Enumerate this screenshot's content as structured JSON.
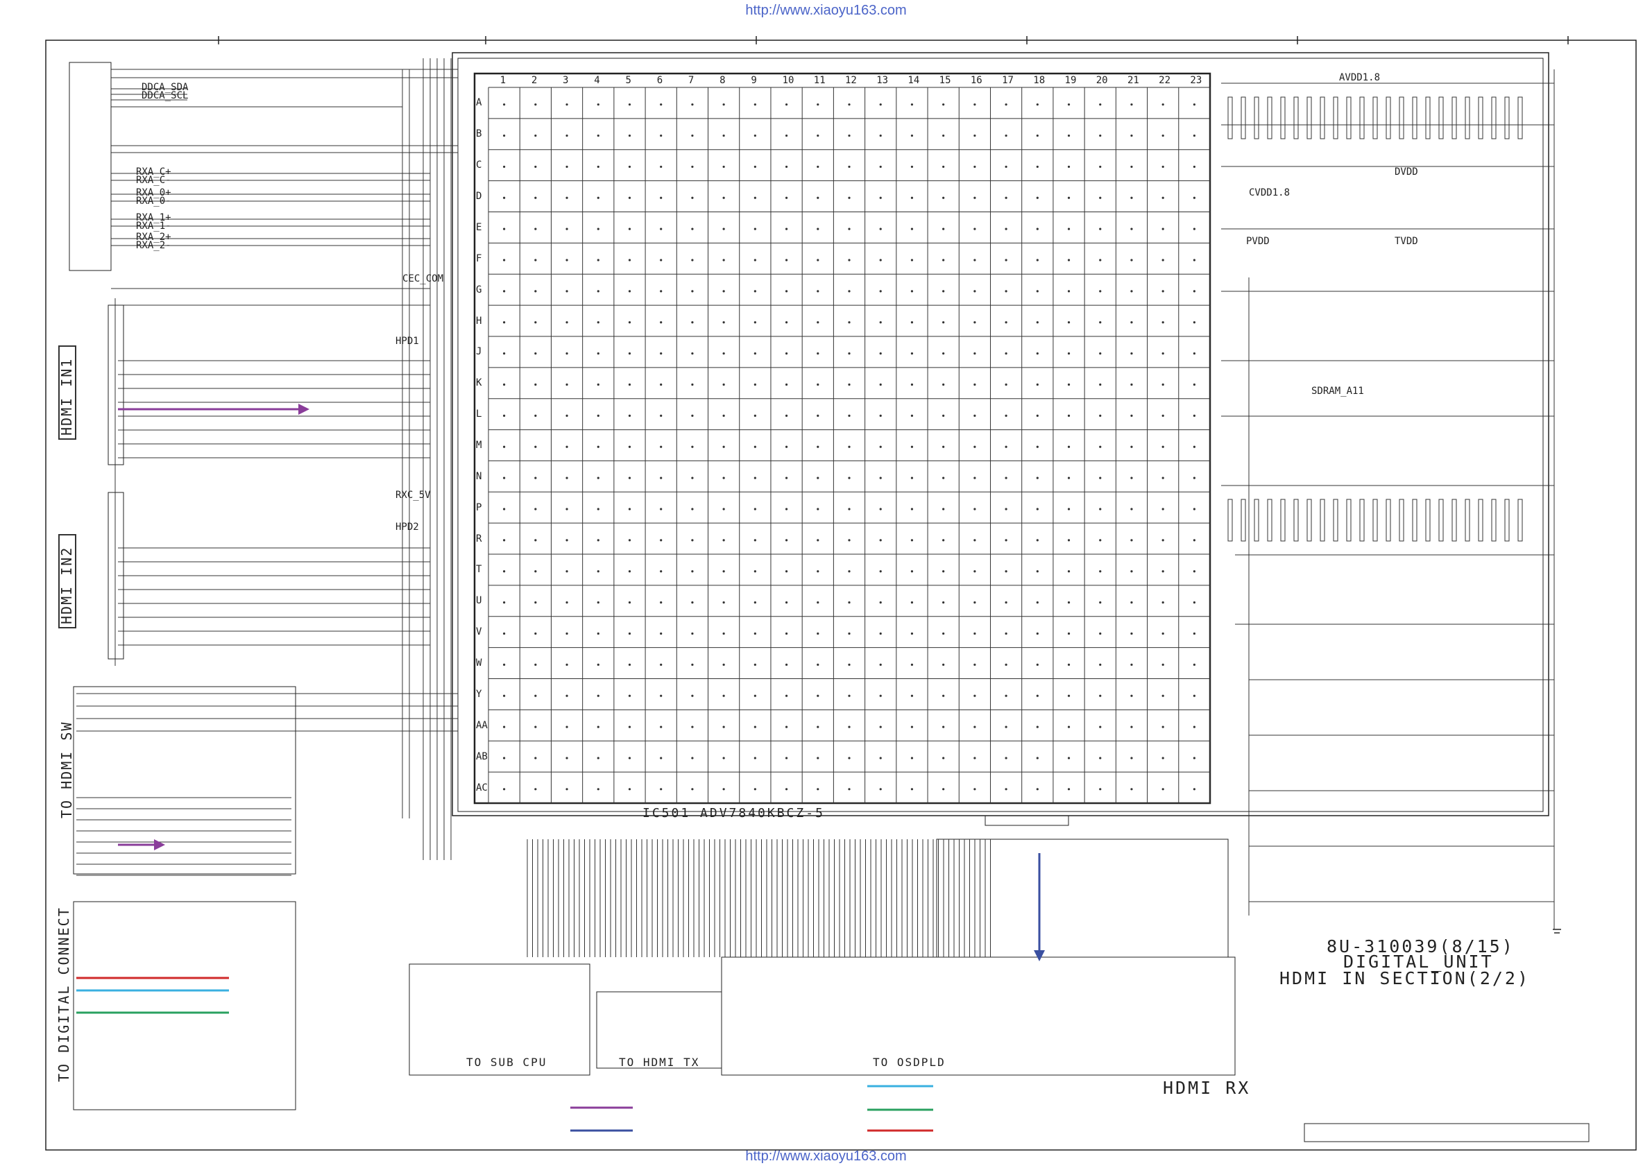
{
  "header_url": "http://www.xiaoyu163.com",
  "footer_url": "http://www.xiaoyu163.com",
  "chip": {
    "label": "IC501 ADV7840KBCZ-5"
  },
  "grid": {
    "columns": [
      "1",
      "2",
      "3",
      "4",
      "5",
      "6",
      "7",
      "8",
      "9",
      "10",
      "11",
      "12",
      "13",
      "14",
      "15",
      "16",
      "17",
      "18",
      "19",
      "20",
      "21",
      "22",
      "23"
    ],
    "rows": [
      "A",
      "B",
      "C",
      "D",
      "E",
      "F",
      "G",
      "H",
      "J",
      "K",
      "L",
      "M",
      "N",
      "P",
      "R",
      "T",
      "U",
      "V",
      "W",
      "Y",
      "AA",
      "AB",
      "AC"
    ]
  },
  "connectors": {
    "hdmi_in1": "HDMI IN1",
    "hdmi_in2": "HDMI IN2",
    "to_hdmi_sw": "TO HDMI SW",
    "to_digital_connect": "TO DIGITAL CONNECT"
  },
  "bottom_labels": {
    "to_sub_cpu": "TO SUB CPU",
    "to_hdmi_tx": "TO HDMI TX",
    "to_osdpld": "TO OSDPLD",
    "hdmi_rx": "HDMI RX"
  },
  "title_block": {
    "line1": "8U-310039(8/15)",
    "line2": "DIGITAL_UNIT",
    "line3": "HDMI IN SECTION(2/2)"
  },
  "legend_colors": [
    "#8a3d9a",
    "#3a4fa0",
    "#3ab0e0",
    "#2aa060",
    "#d02a2a"
  ],
  "sample_nets": [
    "DDCA_SDA",
    "DDCA_SCL",
    "RXA_C+",
    "RXA_C-",
    "RXA_0+",
    "RXA_0-",
    "RXA_1+",
    "RXA_1-",
    "RXA_2+",
    "RXA_2-",
    "CEC_COM",
    "HPD1",
    "HPD2",
    "RXC_5V",
    "SDRAM_A11",
    "AVDD1.8",
    "CVDD1.8",
    "PVDD",
    "TVDD",
    "DVDD"
  ]
}
